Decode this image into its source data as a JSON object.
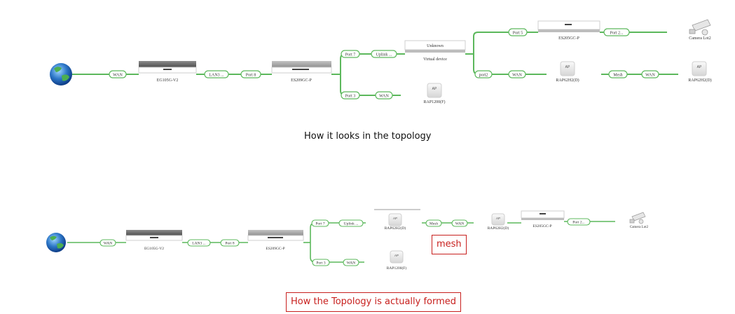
{
  "colors": {
    "link": "#5cb85c",
    "caption_red": "#c8201e"
  },
  "top_diagram": {
    "caption": "How it looks in the topology",
    "devices": {
      "internet": "",
      "eg105g": "EG105G-V2",
      "es209": "ES209GC-P",
      "virtual_device_header": "Unknown",
      "virtual_device_label": "Virtual device",
      "es205": "ES205GC-P",
      "camera": "Camera Lot2",
      "rap_mid": "RAP62H2(D)",
      "rap_right": "RAP62H2(D)",
      "rap1200": "RAP1200(F)"
    },
    "ports": {
      "wan1": "WAN",
      "lan": "LAN3 ...",
      "port8": "Port 8",
      "port7": "Port 7",
      "uplink": "Uplink ...",
      "port3": "Port 3",
      "wan_rap1200": "WAN",
      "port5": "Port 5",
      "port2dots": "Port 2...",
      "port2": "port2",
      "wan_rap_mid": "WAN",
      "mesh": "Mesh",
      "wan_rap_right": "WAN"
    }
  },
  "bottom_diagram": {
    "caption": "How the Topology is actually formed",
    "mesh_note": "mesh",
    "devices": {
      "eg105g": "EG105G-V2",
      "es209": "ES209GC-P",
      "rap_first": "RAP62H2(D)",
      "rap_second": "RAP62H2(D)",
      "es205": "ES205GC-P",
      "camera": "Camera Lot2",
      "rap1200": "RAP1200(F)"
    },
    "ports": {
      "wan1": "WAN",
      "lan": "LAN3 ...",
      "port8": "Port 8",
      "port7": "Port 7",
      "uplink": "Uplink ...",
      "mesh": "Mesh",
      "wan_rap": "WAN",
      "port2dots": "Port 2...",
      "port3": "Port 3",
      "wan_rap1200": "WAN"
    }
  }
}
